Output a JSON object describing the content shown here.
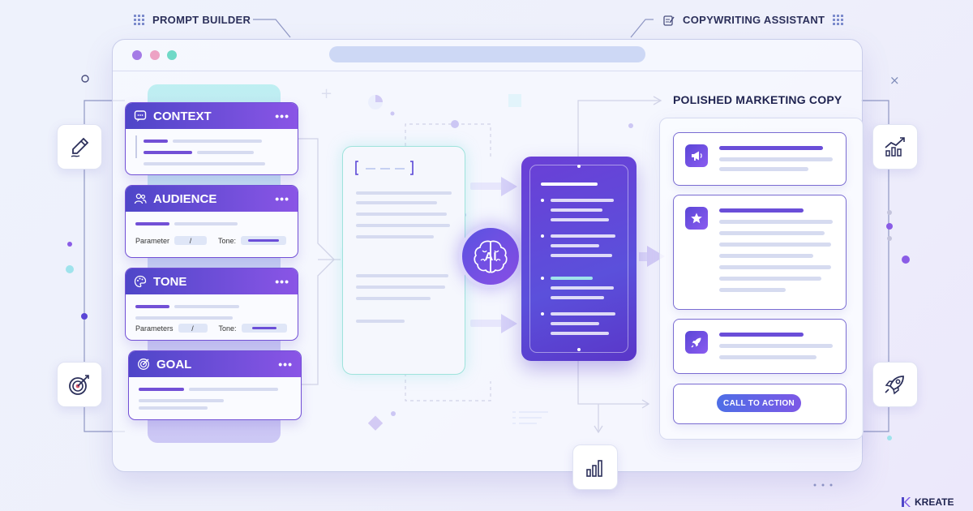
{
  "header": {
    "left_label": "PROMPT BUILDER",
    "right_label": "COPYWRITING ASSISTANT"
  },
  "window": {
    "dots": [
      "#a57be6",
      "#eda2c4",
      "#6fd9c7"
    ]
  },
  "cards": [
    {
      "title": "CONTEXT",
      "icon": "chat-bubble-icon"
    },
    {
      "title": "AUDIENCE",
      "icon": "people-icon",
      "param_label": "Parameter",
      "param_value": "/",
      "tone_label": "Tone:"
    },
    {
      "title": "TONE",
      "icon": "palette-icon",
      "param_label": "Parameters",
      "param_value": "/",
      "tone_label": "Tone:"
    },
    {
      "title": "GOAL",
      "icon": "target-icon"
    }
  ],
  "ai_badge": "AI",
  "output": {
    "title": "POLISHED MARKETING COPY",
    "cta": "CALL TO ACTION"
  },
  "logo": "KREATE",
  "colors": {
    "accent": "#7250d6",
    "teal": "#6fd9c7",
    "panel": "#5b50db"
  }
}
